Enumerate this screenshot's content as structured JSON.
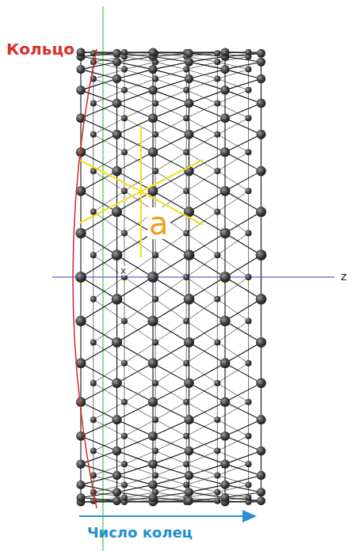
{
  "diagram": {
    "labels": [
      "Кольцо",
      "a",
      "x",
      "z",
      "Число колец"
    ]
  }
}
